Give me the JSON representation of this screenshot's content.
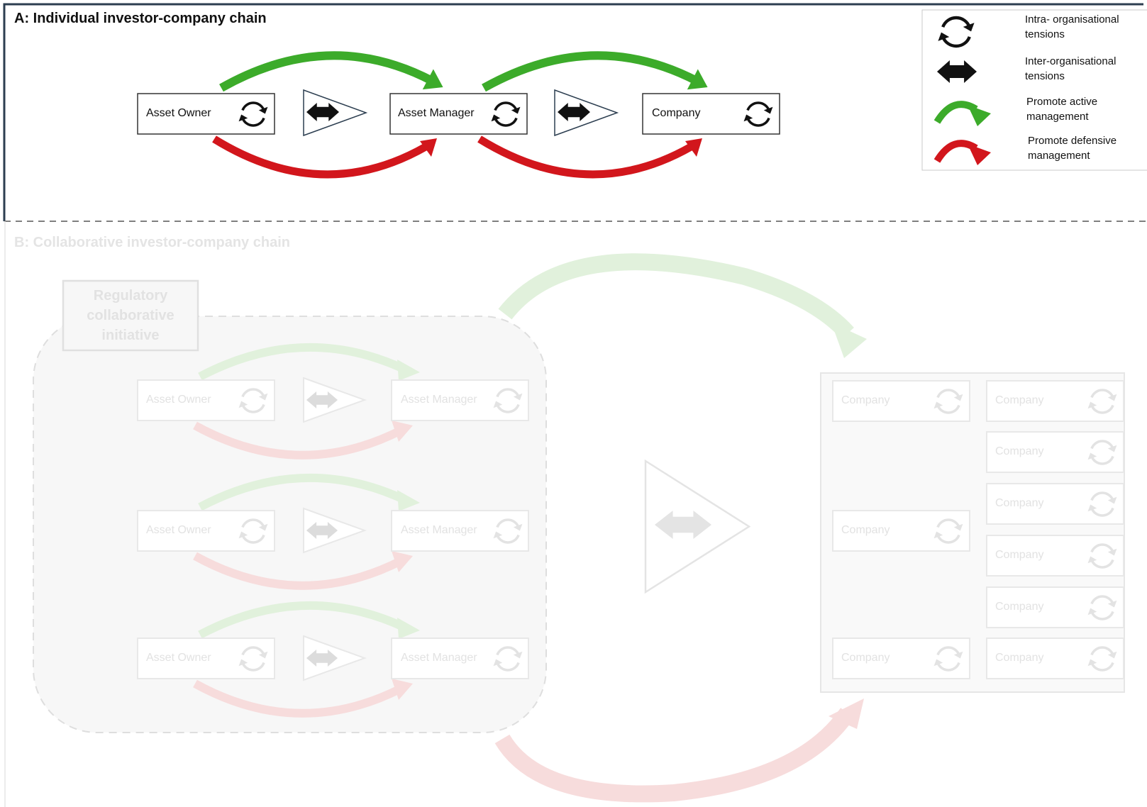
{
  "panel_a": {
    "title": "A: Individual investor-company chain",
    "boxes": [
      "Asset Owner",
      "Asset Manager",
      "Company"
    ]
  },
  "legend": {
    "intra": "Intra- organisational tensions",
    "inter": "Inter-organisational tensions",
    "active": "Promote active management",
    "defensive": "Promote defensive management"
  },
  "panel_b": {
    "title": "B: Collaborative investor-company chain",
    "regulatory": "Regulatory collaborative initiative",
    "owner_label": "Asset Owner",
    "manager_label": "Asset Manager",
    "company_label": "Company"
  },
  "colors": {
    "active": "#3cab2a",
    "defensive": "#d2161c",
    "frame": "#2c3e50",
    "faded_box": "#eeeeee"
  }
}
